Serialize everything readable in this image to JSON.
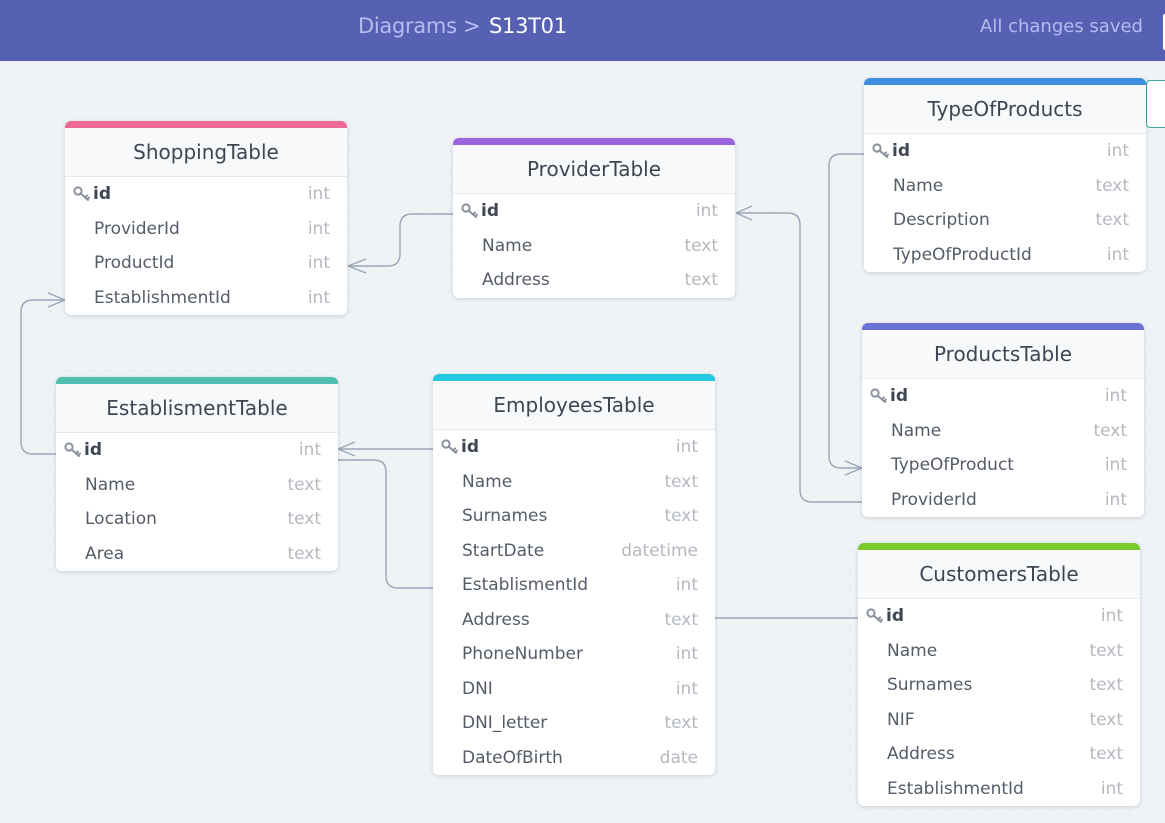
{
  "header": {
    "breadcrumb_parent": "Diagrams",
    "breadcrumb_separator": ">",
    "diagram_title": "S13T01",
    "save_status": "All changes saved"
  },
  "colors": {
    "header_bg": "#5661b3",
    "shopping": "#ec6a93",
    "provider": "#9c64e0",
    "typeofproducts": "#3d8fdc",
    "products": "#6b72d6",
    "establisment": "#4fbfb0",
    "employees": "#23c8e0",
    "customers": "#7cca2a",
    "connector": "#9aa6b8"
  },
  "tables": {
    "shopping": {
      "title": "ShoppingTable",
      "fields": [
        {
          "name": "id",
          "type": "int"
        },
        {
          "name": "ProviderId",
          "type": "int"
        },
        {
          "name": "ProductId",
          "type": "int"
        },
        {
          "name": "EstablishmentId",
          "type": "int"
        }
      ]
    },
    "provider": {
      "title": "ProviderTable",
      "fields": [
        {
          "name": "id",
          "type": "int"
        },
        {
          "name": "Name",
          "type": "text"
        },
        {
          "name": "Address",
          "type": "text"
        }
      ]
    },
    "typeofproducts": {
      "title": "TypeOfProducts",
      "fields": [
        {
          "name": "id",
          "type": "int"
        },
        {
          "name": "Name",
          "type": "text"
        },
        {
          "name": "Description",
          "type": "text"
        },
        {
          "name": "TypeOfProductId",
          "type": "int"
        }
      ]
    },
    "products": {
      "title": "ProductsTable",
      "fields": [
        {
          "name": "id",
          "type": "int"
        },
        {
          "name": "Name",
          "type": "text"
        },
        {
          "name": "TypeOfProduct",
          "type": "int"
        },
        {
          "name": "ProviderId",
          "type": "int"
        }
      ]
    },
    "establisment": {
      "title": "EstablismentTable",
      "fields": [
        {
          "name": "id",
          "type": "int"
        },
        {
          "name": "Name",
          "type": "text"
        },
        {
          "name": "Location",
          "type": "text"
        },
        {
          "name": "Area",
          "type": "text"
        }
      ]
    },
    "employees": {
      "title": "EmployeesTable",
      "fields": [
        {
          "name": "id",
          "type": "int"
        },
        {
          "name": "Name",
          "type": "text"
        },
        {
          "name": "Surnames",
          "type": "text"
        },
        {
          "name": "StartDate",
          "type": "datetime"
        },
        {
          "name": "EstablismentId",
          "type": "int"
        },
        {
          "name": "Address",
          "type": "text"
        },
        {
          "name": "PhoneNumber",
          "type": "int"
        },
        {
          "name": "DNI",
          "type": "int"
        },
        {
          "name": "DNI_letter",
          "type": "text"
        },
        {
          "name": "DateOfBirth",
          "type": "date"
        }
      ]
    },
    "customers": {
      "title": "CustomersTable",
      "fields": [
        {
          "name": "id",
          "type": "int"
        },
        {
          "name": "Name",
          "type": "text"
        },
        {
          "name": "Surnames",
          "type": "text"
        },
        {
          "name": "NIF",
          "type": "text"
        },
        {
          "name": "Address",
          "type": "text"
        },
        {
          "name": "EstablishmentId",
          "type": "int"
        }
      ]
    }
  },
  "relations": [
    {
      "from": "ShoppingTable.ProductId",
      "to": "ProviderTable.id"
    },
    {
      "from": "ShoppingTable.EstablishmentId",
      "to": "EstablismentTable.id"
    },
    {
      "from": "EmployeesTable.id",
      "to": "EstablismentTable.id"
    },
    {
      "from": "EmployeesTable.EstablismentId",
      "to": "EstablismentTable.id"
    },
    {
      "from": "ProviderTable.id",
      "to": "ProductsTable.ProviderId"
    },
    {
      "from": "TypeOfProducts.id",
      "to": "ProductsTable.TypeOfProduct"
    },
    {
      "from": "EmployeesTable.Address",
      "to": "CustomersTable.id"
    }
  ]
}
